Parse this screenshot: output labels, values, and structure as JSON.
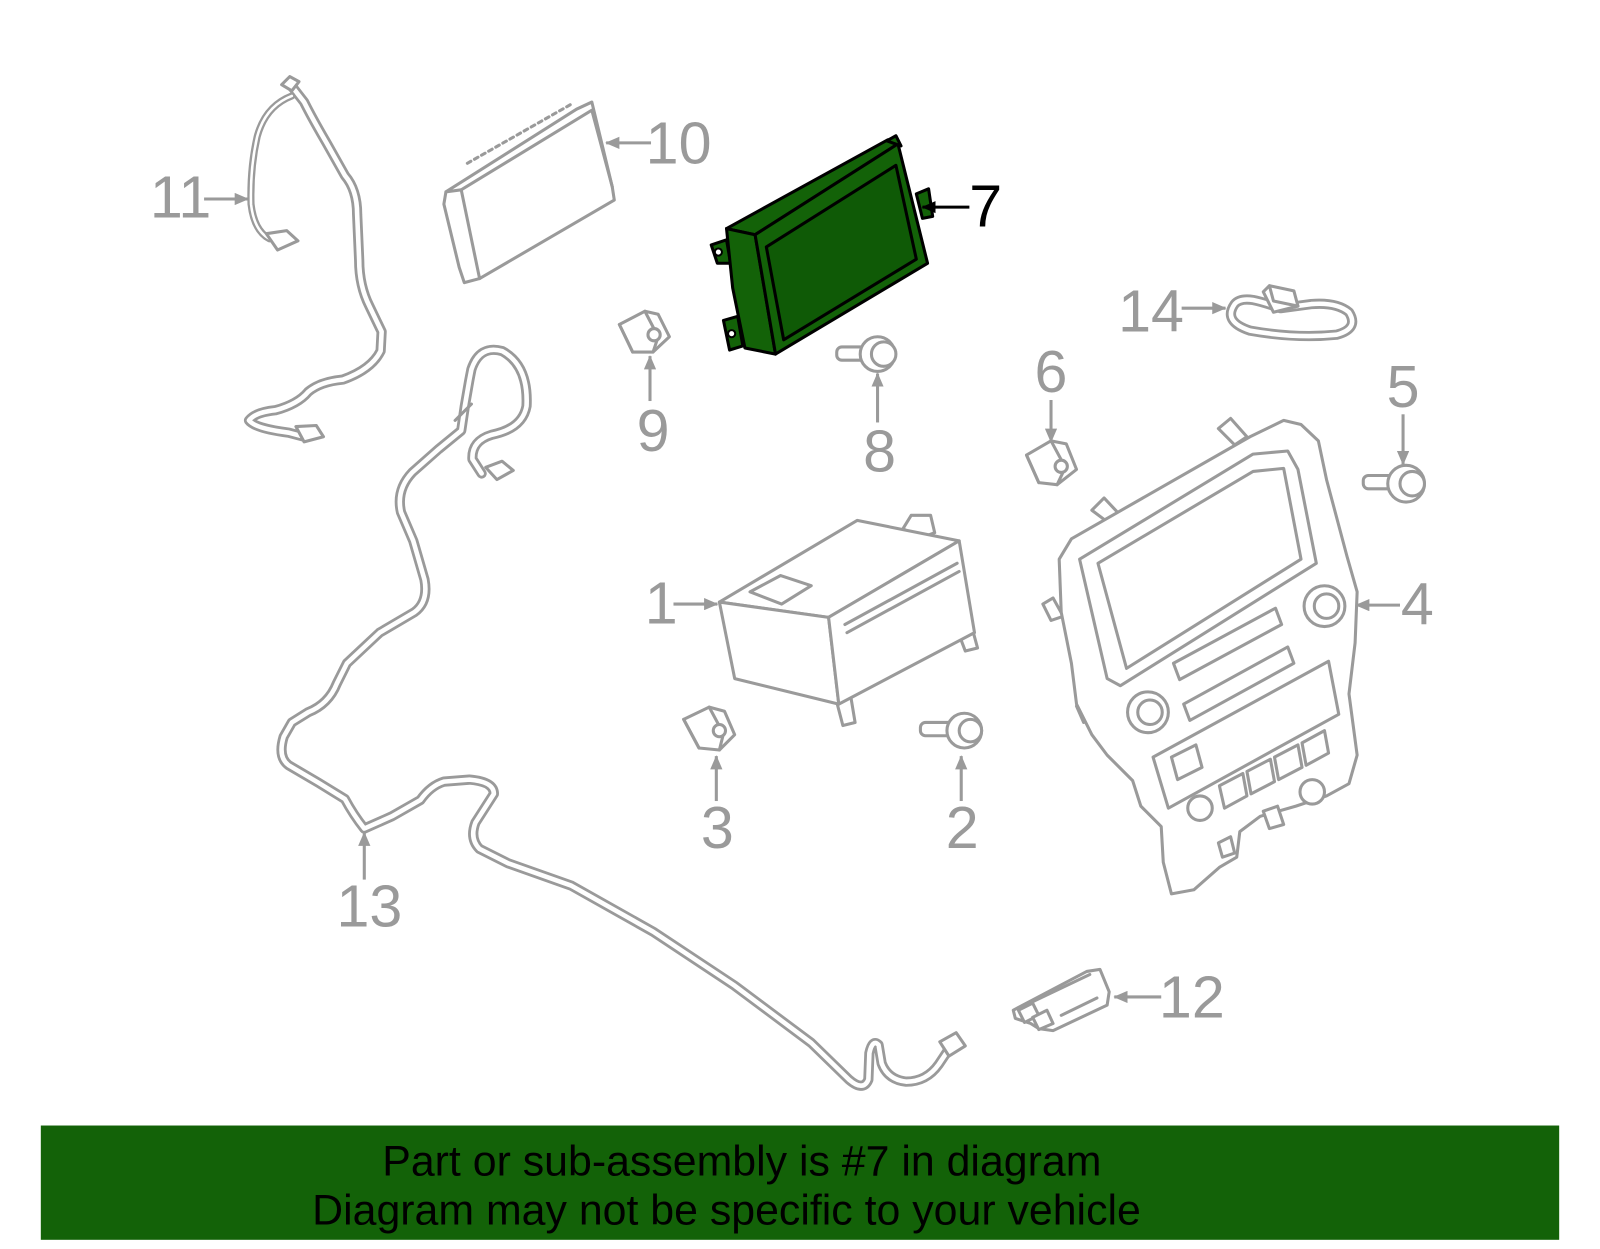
{
  "diagram": {
    "callouts": [
      "1",
      "2",
      "3",
      "4",
      "5",
      "6",
      "7",
      "8",
      "9",
      "10",
      "11",
      "12",
      "13",
      "14"
    ]
  },
  "banner": {
    "line1": "Part or sub-assembly is #7 in diagram",
    "line2": "Diagram may not be specific to your vehicle"
  },
  "colors": {
    "highlight_fill": "#136208",
    "banner_background": "#136208",
    "part_outline": "#9a9a9a",
    "highlight_outline": "#000000"
  }
}
